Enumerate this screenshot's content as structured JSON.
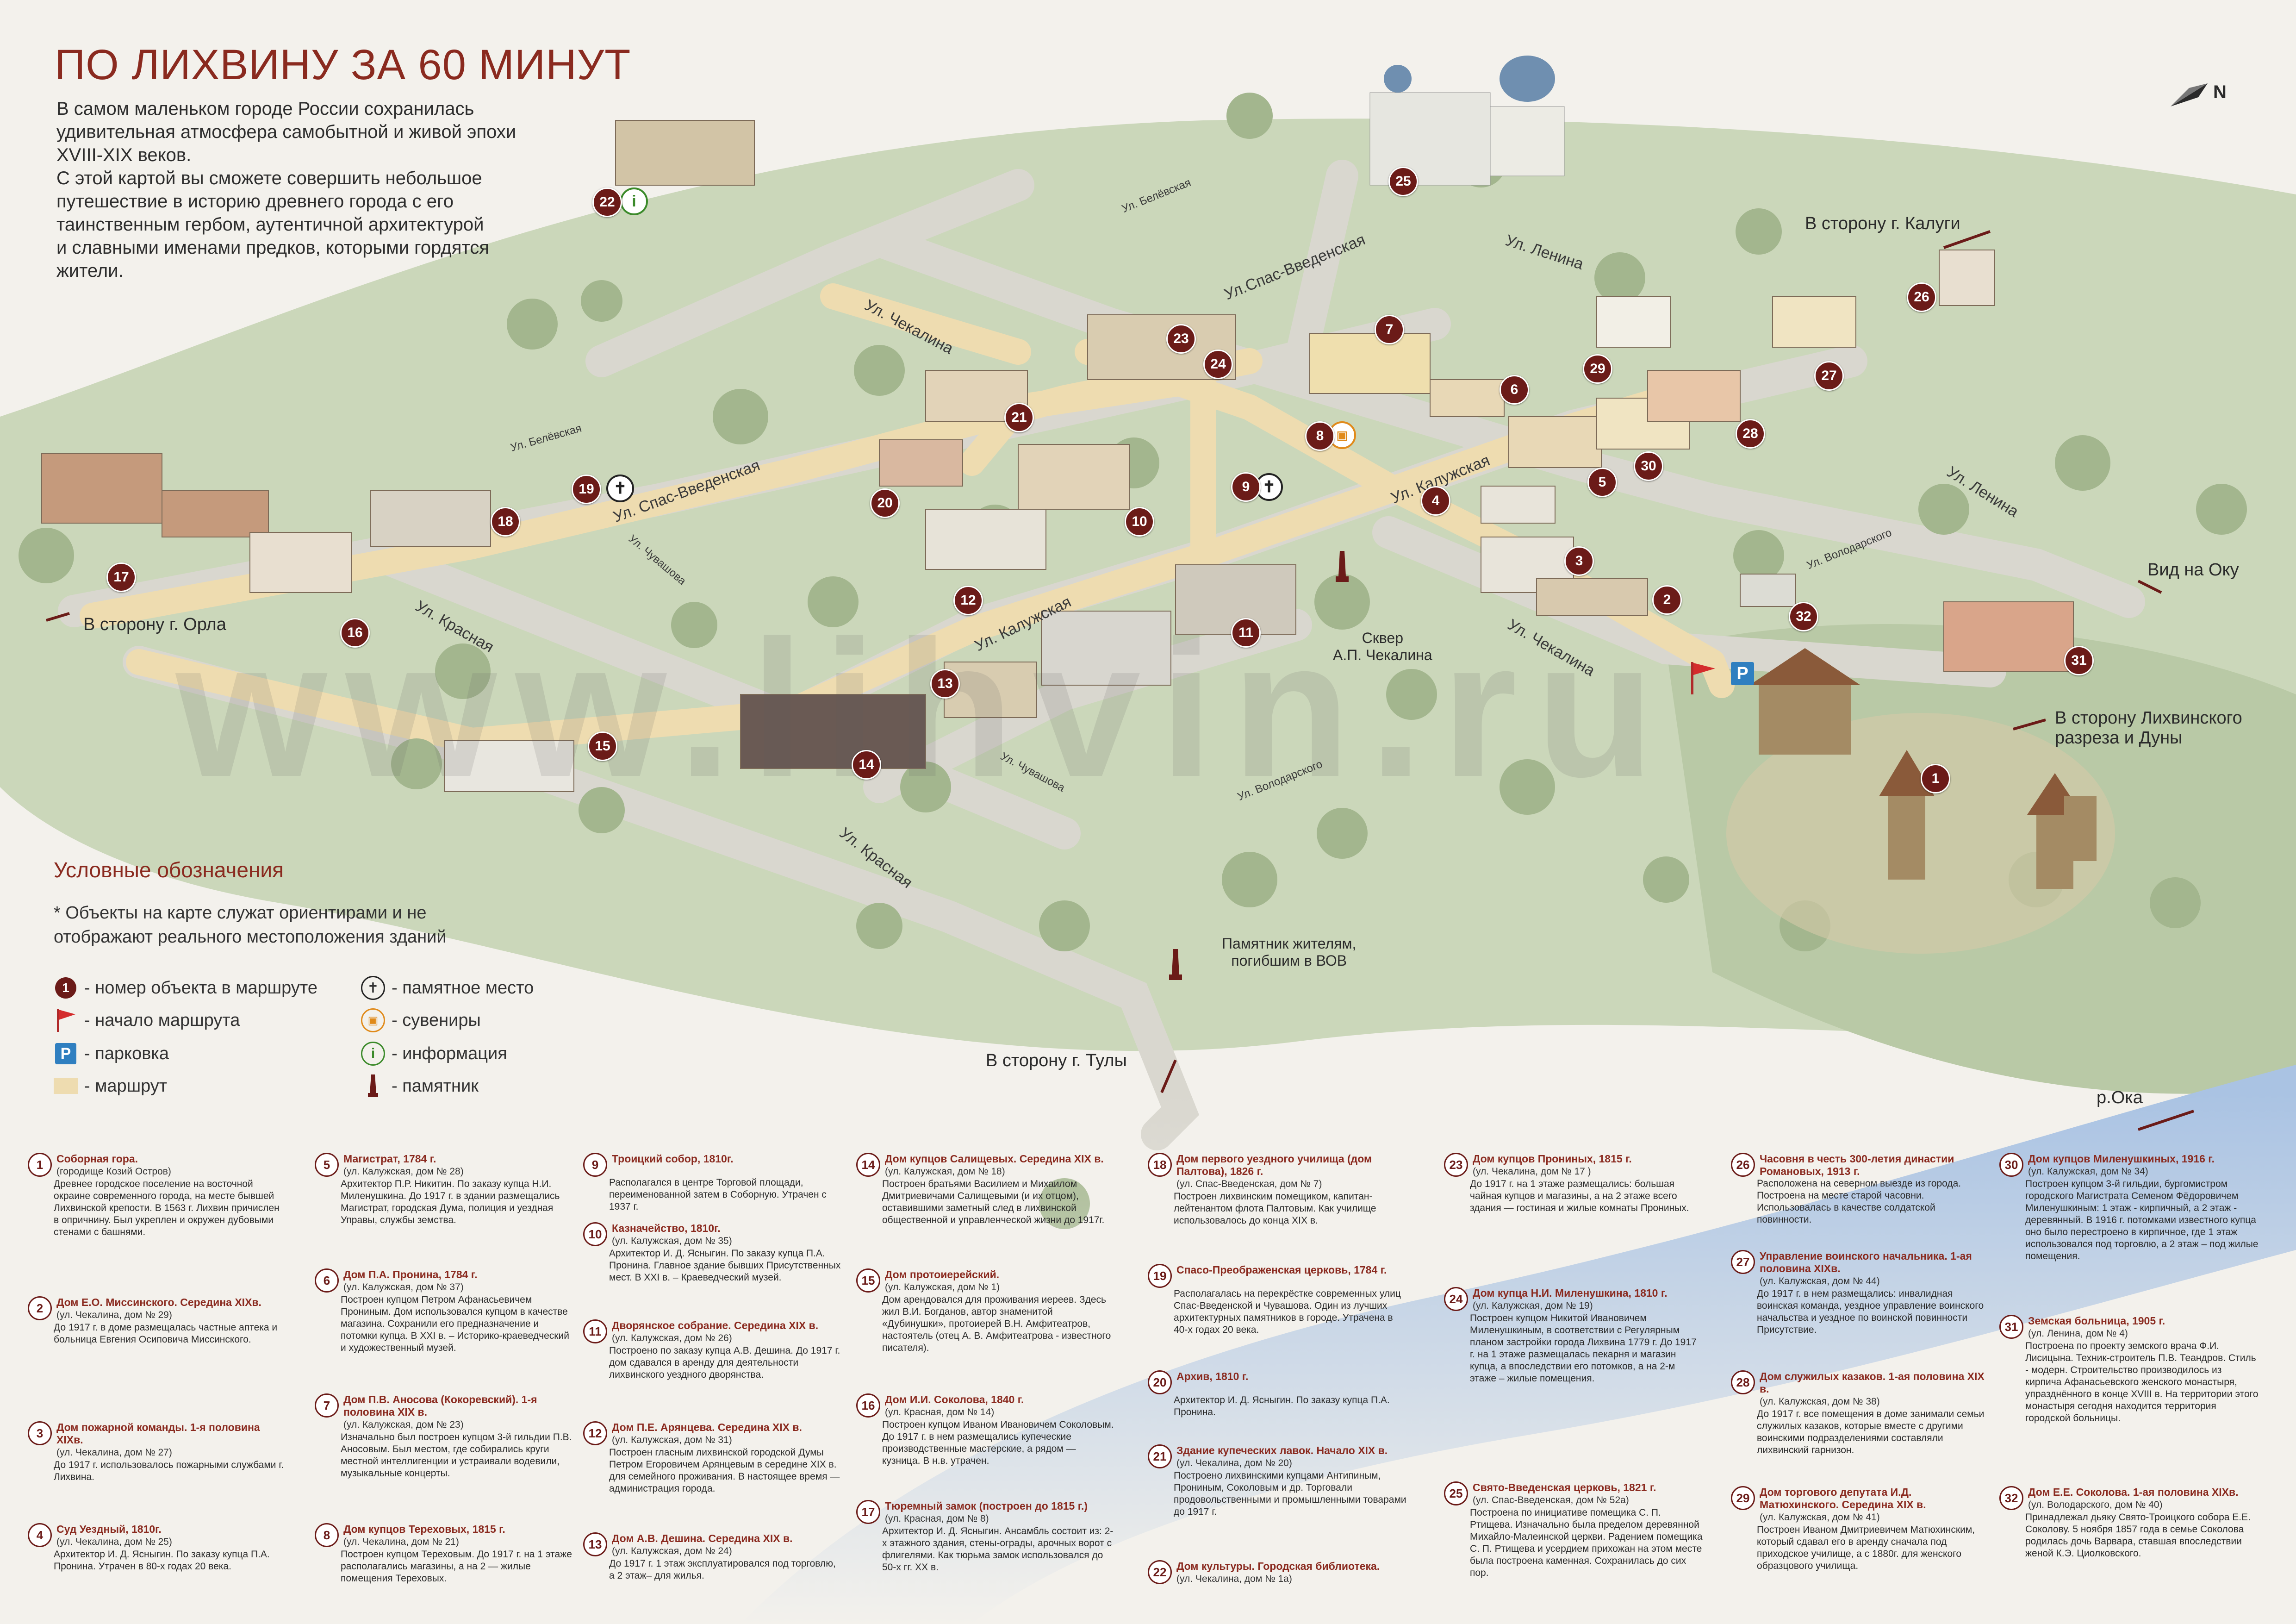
{
  "header": {
    "title": "ПО ЛИХВИНУ ЗА 60 МИНУТ",
    "intro": [
      "В самом маленьком городе России сохранилась",
      "удивительная атмосфера самобытной и живой эпохи",
      "XVIII-XIX веков.",
      "С этой картой вы сможете совершить небольшое",
      "путешествие в историю древнего города с его",
      "таинственным гербом, аутентичной архитектурой",
      "и славными именами предков, которыми гордятся",
      "жители."
    ]
  },
  "compass": {
    "label": "N",
    "icon": "north-arrow-icon"
  },
  "watermark": "www.lihvin.ru",
  "streets": {
    "belevskaya_top": "Ул. Белёвская",
    "belevskaya_left": "Ул. Белёвская",
    "chekalina_top": "Ул. Чекалина",
    "spas_vvedenskaya_top": "Ул.Спас-Введенская",
    "lenina_top": "Ул. Ленина",
    "spas_vvedenskaya_left": "Ул. Спас-Введенская",
    "chuvashova_top": "Ул. Чувашова",
    "kaluzhskaya_center": "Ул. Калужская",
    "kaluzhskaya_left": "Ул. Калужская",
    "krasnaya_left": "Ул. Красная",
    "chekalina_right": "Ул. Чекалина",
    "volodarskogo_right": "Ул. Володарского",
    "lenina_right": "Ул. Ленина",
    "chuvashova_bottom": "Ул. Чувашова",
    "volodarskogo_bottom": "Ул. Володарского",
    "krasnaya_bottom": "Ул. Красная"
  },
  "directions": {
    "kaluga": "В сторону г. Калуги",
    "orel": "В сторону г. Орла",
    "oka": "Вид на Оку",
    "razrez": "В сторону Лихвинского\nразреза и Дуны",
    "tula": "В сторону г. Тулы",
    "oka_river": "р.Ока"
  },
  "map_labels": {
    "skver": "Сквер\nА.П. Чекалина",
    "monument": "Памятник жителям,\nпогибшим в ВОВ"
  },
  "markers": [
    "1",
    "2",
    "3",
    "4",
    "5",
    "6",
    "7",
    "8",
    "9",
    "10",
    "11",
    "12",
    "13",
    "14",
    "15",
    "16",
    "17",
    "18",
    "19",
    "20",
    "21",
    "22",
    "23",
    "24",
    "25",
    "26",
    "27",
    "28",
    "29",
    "30",
    "31",
    "32"
  ],
  "legend": {
    "title": "Условные обозначения",
    "note": "* Объекты на карте служат ориентирами и не отображают реального местоположения зданий",
    "items": [
      {
        "symbol": "1",
        "label": "- номер объекта в маршруте"
      },
      {
        "symbol": "flag-icon",
        "label": "- начало маршрута"
      },
      {
        "symbol": "P",
        "label": "- парковка"
      },
      {
        "symbol": "route-swatch",
        "label": "- маршрут"
      },
      {
        "symbol": "cross-icon",
        "label": "- памятное место"
      },
      {
        "symbol": "gift-icon",
        "label": "- сувениры"
      },
      {
        "symbol": "info-icon",
        "label": "- информация"
      },
      {
        "symbol": "monument-icon",
        "label": "- памятник"
      }
    ]
  },
  "colors": {
    "marker": "#6b1b18",
    "title": "#8a2a1f",
    "route": "#eedcb0",
    "river": "#aac3e3",
    "grass": "#c6d3b5"
  },
  "descriptions": [
    {
      "n": "1",
      "title": "Соборная гора.",
      "addr": "(городище Козий Остров)",
      "body": "Древнее городское поселение на восточной окраине современного города, на месте бывшей Лихвинской крепости. В 1563 г. Лихвин причислен в опричнину. Был укреплен и окружен дубовыми стенами с башнями."
    },
    {
      "n": "2",
      "title": "Дом Е.О. Миссинского. Середина XIXв.",
      "addr": "(ул. Чекалина, дом № 29)",
      "body": "До 1917 г. в доме размещалась частные аптека и больница Евгения Осиповича Миссинского."
    },
    {
      "n": "3",
      "title": "Дом пожарной команды. 1-я половина XIXв.",
      "addr": "(ул. Чекалина, дом № 27)",
      "body": "До 1917 г. использовалось пожарными службами г. Лихвина."
    },
    {
      "n": "4",
      "title": "Суд Уездный, 1810г.",
      "addr": "(ул. Чекалина, дом № 25)",
      "body": "Архитектор И. Д. Ясныгин. По заказу купца П.А. Пронина. Утрачен в 80-х годах 20 века."
    },
    {
      "n": "5",
      "title": "Магистрат, 1784 г.",
      "addr": "(ул. Калужская, дом № 28)",
      "body": "Архитектор П.Р. Никитин. По заказу купца Н.И. Миленушкина. До 1917 г. в здании размещались Магистрат, городская Дума, полиция и уездная Управы, службы земства."
    },
    {
      "n": "6",
      "title": "Дом П.А. Пронина, 1784 г.",
      "addr": "(ул. Калужская, дом № 37)",
      "body": "Построен купцом Петром Афанасьевичем Прониным. Дом использовался купцом в качестве магазина. Сохранили его предназначение и потомки купца. В XXI в. – Историко-краеведческий и художественный музей."
    },
    {
      "n": "7",
      "title": "Дом П.В. Аносова (Кокоревский). 1-я половина XIX в.",
      "addr": "(ул. Калужская, дом № 23)",
      "body": "Изначально был построен купцом 3-й гильдии П.В. Аносовым. Был местом, где собирались круги местной интеллигенции и устраивали водевили, музыкальные концерты."
    },
    {
      "n": "8",
      "title": "Дом купцов Тереховых, 1815 г.",
      "addr": "(ул. Чекалина, дом № 21)",
      "body": "Построен купцом Тереховым. До 1917 г. на 1 этаже располагались магазины, а на 2 — жилые помещения Тереховых."
    },
    {
      "n": "9",
      "title": "Троицкий собор, 1810г.",
      "addr": "",
      "body": "Располагался в центре Торговой площади, переименованной затем в Соборную. Утрачен с 1937 г."
    },
    {
      "n": "10",
      "title": "Казначейство, 1810г.",
      "addr": "(ул. Калужская, дом № 35)",
      "body": "Архитектор И. Д. Ясныгин. По заказу купца П.А. Пронина. Главное здание бывших Присутственных мест. В XXI в. – Краеведческий музей."
    },
    {
      "n": "11",
      "title": "Дворянское собрание. Середина XIX в.",
      "addr": "(ул. Калужская, дом № 26)",
      "body": "Построено по заказу купца А.В. Дешина. До 1917 г. дом сдавался в аренду для деятельности лихвинского уездного дворянства."
    },
    {
      "n": "12",
      "title": "Дом П.Е. Арянцева. Середина XIX в.",
      "addr": "(ул. Калужская, дом № 31)",
      "body": "Построен гласным лихвинской городской Думы Петром Егоровичем Арянцевым в середине XIX в. для семейного проживания. В настоящее время — администрация города."
    },
    {
      "n": "13",
      "title": "Дом А.В. Дешина. Середина XIX в.",
      "addr": "(ул. Калужская, дом № 24)",
      "body": "До 1917 г. 1 этаж эксплуатировался под торговлю, а 2 этаж– для жилья."
    },
    {
      "n": "14",
      "title": "Дом купцов Салищевых. Середина XIX в.",
      "addr": "(ул. Калужская, дом № 18)",
      "body": "Построен братьями Василием и Михаилом Дмитриевичами Салищевыми (и их отцом), оставившими заметный след в лихвинской общественной и управленческой жизни до 1917г."
    },
    {
      "n": "15",
      "title": "Дом протоиерейский.",
      "addr": "(ул. Калужская, дом № 1)",
      "body": "Дом арендовался для проживания иереев. Здесь жил В.И. Богданов, автор знаменитой «Дубинушки», протоиерей В.Н. Амфитеатров, настоятель (отец А. В. Амфитеатрова - известного писателя)."
    },
    {
      "n": "16",
      "title": "Дом И.И. Соколова, 1840 г.",
      "addr": "(ул. Красная, дом № 14)",
      "body": "Построен купцом Иваном Ивановичем Соколовым. До 1917 г. в нем размещались купеческие производственные мастерские, а рядом — кузница. В н.в. утрачен."
    },
    {
      "n": "17",
      "title": "Тюремный замок (построен до 1815 г.)",
      "addr": "(ул. Красная, дом № 8)",
      "body": "Архитектор И. Д. Ясныгин. Ансамбль состоит из: 2-х этажного здания, стены-ограды, арочных ворот с флигелями. Как тюрьма замок использовался до 50-х гг. XX в."
    },
    {
      "n": "18",
      "title": "Дом первого уездного училища (дом Палтова), 1826 г.",
      "addr": "(ул. Спас-Введенская, дом № 7)",
      "body": "Построен лихвинским помещиком, капитан-лейтенантом флота Палтовым. Как училище использовалось до конца XIX в."
    },
    {
      "n": "19",
      "title": "Спасо-Преображенская церковь, 1784 г.",
      "addr": "",
      "body": "Располагалась на перекрёстке современных улиц Спас-Введенской и Чувашова. Один из лучших архитектурных памятников в городе. Утрачена в 40-х годах 20 века."
    },
    {
      "n": "20",
      "title": "Архив, 1810 г.",
      "addr": "",
      "body": "Архитектор И. Д. Ясныгин. По заказу купца П.А. Пронина."
    },
    {
      "n": "21",
      "title": "Здание купеческих лавок. Начало XIX в.",
      "addr": "(ул. Чекалина, дом № 20)",
      "body": "Построено лихвинскими купцами Антипиным, Прониным, Соколовым и др. Торговали продовольственными и промышленными товарами до 1917 г."
    },
    {
      "n": "22",
      "title": "Дом культуры. Городская библиотека.",
      "addr": "(ул. Чекалина, дом № 1а)",
      "body": ""
    },
    {
      "n": "23",
      "title": "Дом купцов Прониных, 1815 г.",
      "addr": "(ул. Чекалина, дом № 17 )",
      "body": "До 1917 г. на 1 этаже размещались: большая чайная купцов и магазины, а на 2 этаже всего здания — гостиная и жилые комнаты Прониных."
    },
    {
      "n": "24",
      "title": "Дом купца Н.И. Миленушкина, 1810 г.",
      "addr": "(ул. Калужская, дом № 19)",
      "body": "Построен купцом Никитой Ивановичем Миленушкиным, в соответствии с Регулярным планом застройки города Лихвина 1779 г. До 1917 г. на 1 этаже размещалась пекарня и магазин купца, а впоследствии его потомков, а на 2-м этаже – жилые помещения."
    },
    {
      "n": "25",
      "title": "Свято-Введенская церковь, 1821 г.",
      "addr": "(ул. Спас-Введенская, дом № 52а)",
      "body": "Построена по инициативе помещика С. П. Ртищева. Изначально была пределом деревянной Михайло-Малеинской церкви. Радением помещика С. П. Ртищева и усердием прихожан на этом месте была построена каменная. Сохранилась до сих пор."
    },
    {
      "n": "26",
      "title": "Часовня в честь 300-летия династии Романовых, 1913 г.",
      "addr": "",
      "body": "Расположена на северном выезде из города. Построена на месте старой часовни. Использовалась в качестве солдатской повинности."
    },
    {
      "n": "27",
      "title": "Управление воинского начальника. 1-ая половина XIXв.",
      "addr": "(ул. Калужская, дом № 44)",
      "body": "До 1917 г. в нем размещались: инвалидная воинская команда, уездное управление воинского начальства и уездное по воинской повинности Присутствие."
    },
    {
      "n": "28",
      "title": "Дом служилых казаков. 1-ая половина XIX в.",
      "addr": "(ул. Калужская, дом № 38)",
      "body": "До 1917 г. все помещения в доме занимали семьи служилых казаков, которые вместе с другими воинскими подразделениями составляли лихвинский гарнизон."
    },
    {
      "n": "29",
      "title": "Дом торгового депутата И.Д. Матюхинского. Середина XIX в.",
      "addr": "(ул. Калужская, дом № 41)",
      "body": "Построен Иваном Дмитриевичем Матюхинским, который сдавал его в аренду сначала под приходское училище, а с 1880г. для женского образцового училища."
    },
    {
      "n": "30",
      "title": "Дом купцов Миленушкиных, 1916 г.",
      "addr": "(ул. Калужская, дом № 34)",
      "body": "Построен купцом 3-й гильдии, бургомистром городского Магистрата Семеном Фёдоровичем Миленушкиным: 1 этаж - кирпичный, а 2 этаж - деревянный. В 1916 г. потомками известного купца оно было перестроено в кирпичное, где 1 этаж использовался под торговлю, а 2 этаж – под жилые помещения."
    },
    {
      "n": "31",
      "title": "Земская больница, 1905 г.",
      "addr": "(ул. Ленина, дом № 4)",
      "body": "Построена по проекту земского врача Ф.И. Лисицына. Техник-строитель П.В. Теандров. Стиль - модерн. Строительство производилось из кирпича Афанасьевского женского монастыря, упразднённого в конце XVIII в. На территории этого монастыря сегодня находится территория городской больницы."
    },
    {
      "n": "32",
      "title": "Дом Е.Е. Соколова. 1-ая половина XIXв.",
      "addr": "(ул. Володарского, дом № 40)",
      "body": "Принадлежал дьяку Свято-Троицкого собора Е.Е. Соколову. 5 ноября 1857 года в семье Соколова родилась дочь Варвара, ставшая впоследствии женой К.Э. Циолковского."
    }
  ]
}
